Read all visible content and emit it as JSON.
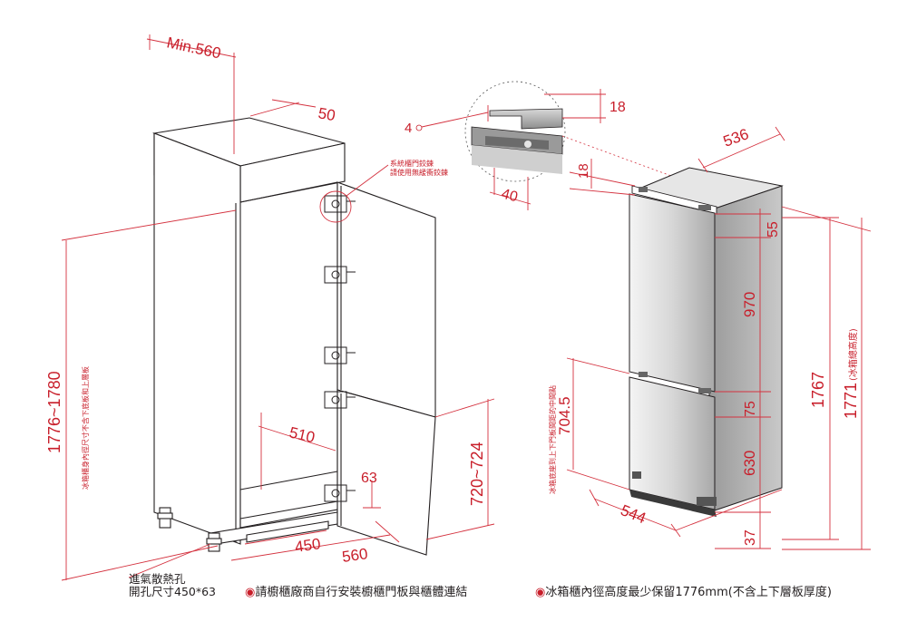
{
  "dimensions": {
    "cabinet_min_width": "Min.560",
    "top_gap": "50",
    "cabinet_height": "1776~1780",
    "inner_depth": "510",
    "vent_height": "63",
    "vent_width": "450",
    "cabinet_depth": "560",
    "door_height": "720~724",
    "hinge_detail_width": "4",
    "hinge_detail_height": "18",
    "hinge_detail_depth": "40",
    "fridge_depth": "536",
    "top_offset": "18",
    "top_hinge_offset": "55",
    "upper_door": "970",
    "middle_gap": "75",
    "lower_door": "630",
    "base_gap": "37",
    "fridge_width": "544",
    "door_to_middle": "704.5",
    "fridge_height": "1767",
    "total_height": "1771"
  },
  "labels": {
    "total_height_note": "(冰箱總高度)",
    "cabinet_inner_note": "冰箱櫃身內徑尺寸不含下底板和上層板",
    "door_gap_note": "冰箱底座到上下門板間距的中間點",
    "hinge_note_line1": "系統櫃門鉸鍊",
    "hinge_note_line2": "請使用無緩衝鉸鍊",
    "vent_line1": "進氣散熱孔",
    "vent_line2": "開孔尺寸450*63"
  },
  "footnotes": {
    "note1": "請櫥櫃廠商自行安裝櫥櫃門板與櫃體連結",
    "note2": "冰箱櫃內徑高度最少保留1776mm(不含上下層板厚度)"
  },
  "colors": {
    "dimension": "#c81e2a",
    "line": "#231f20",
    "fridge_body": "#b9b9b9"
  }
}
